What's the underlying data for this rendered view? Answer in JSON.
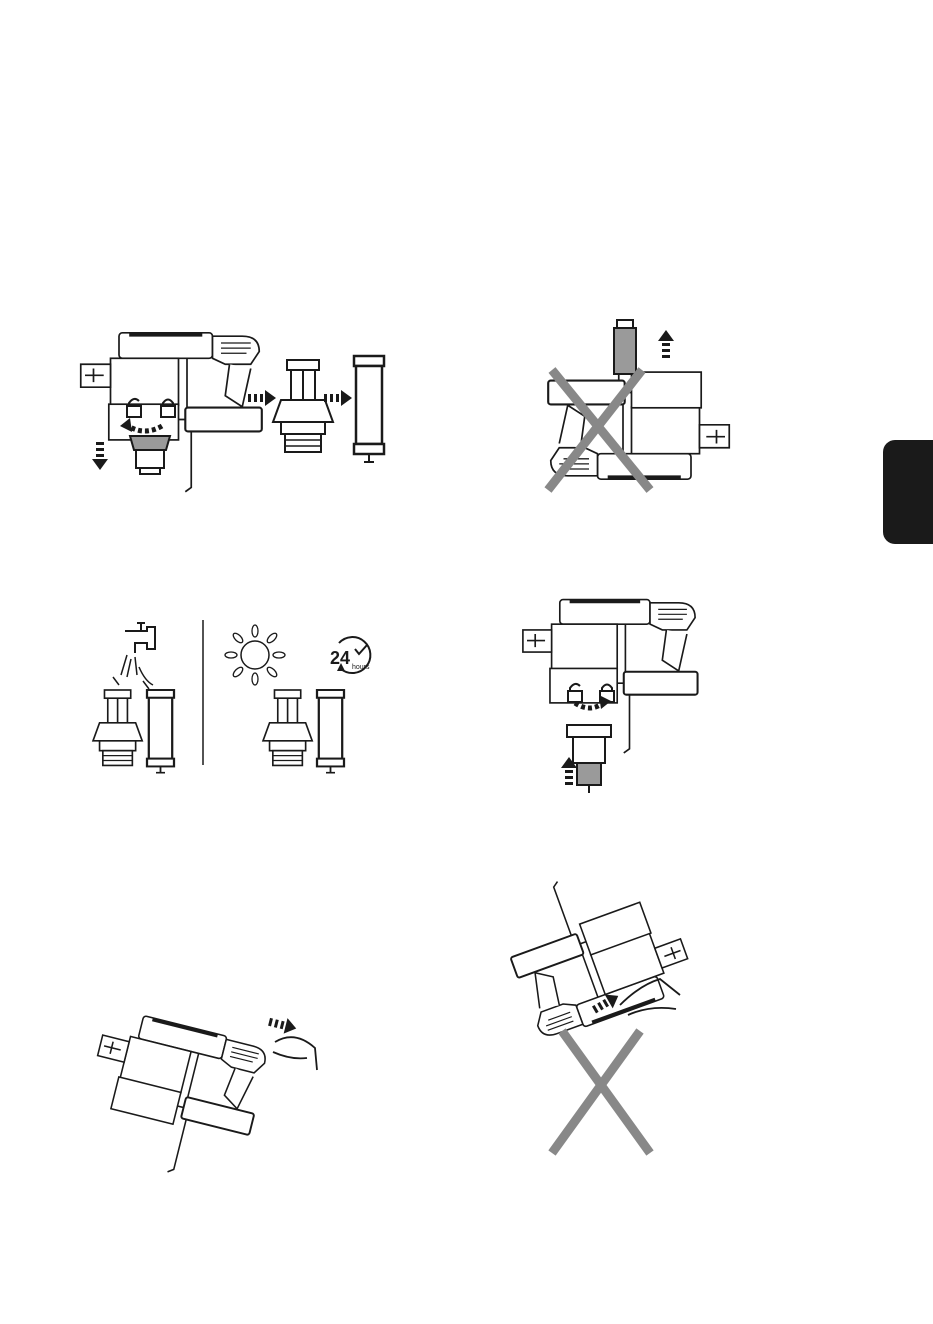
{
  "page": {
    "side_tab_color": "#1a1a1a",
    "line_color": "#1a1a1a",
    "shade_color": "#9a9a9a"
  },
  "figures": [
    {
      "id": "remove-dust-bin-and-filter",
      "icons": [
        "vacuum-handheld",
        "unlock-icon",
        "lock-icon",
        "rotate-arrow",
        "down-arrow",
        "cyclone-filter",
        "mesh-filter"
      ]
    },
    {
      "id": "do-not-pull-filter-from-top",
      "icons": [
        "vacuum-handheld",
        "up-arrow",
        "cross-mark"
      ]
    },
    {
      "id": "wash-and-dry-filters",
      "icons": [
        "tap-icon",
        "water-drops",
        "sun-icon",
        "clock-icon"
      ],
      "dry_time_number": "24",
      "dry_time_unit": "hours"
    },
    {
      "id": "reattach-dust-bin",
      "icons": [
        "vacuum-handheld",
        "unlock-icon",
        "lock-icon",
        "rotate-arrow",
        "up-arrow"
      ]
    },
    {
      "id": "remove-battery-correct",
      "icons": [
        "vacuum-tilted",
        "hand-icon",
        "right-arrow"
      ]
    },
    {
      "id": "remove-battery-wrong",
      "icons": [
        "vacuum-tilted",
        "hand-icon",
        "up-right-arrow",
        "cross-mark"
      ]
    }
  ]
}
